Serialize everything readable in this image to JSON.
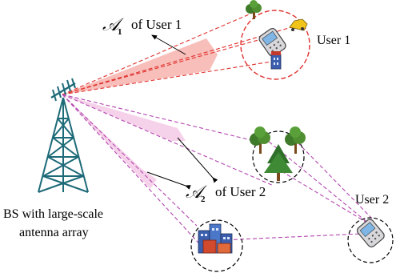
{
  "labels": {
    "a1_symbol": "𝒜",
    "a1_subscript": "1",
    "a1_text": "of User 1",
    "a2_symbol": "𝒜",
    "a2_subscript": "2",
    "a2_text": "of User 2",
    "user1": "User 1",
    "user2": "User 2",
    "bs_line1": "BS with large-scale",
    "bs_line2": "antenna array"
  },
  "colors": {
    "red_dash": "#e0322f",
    "red_beam": "#f6a7a2",
    "pink_dash": "#b346b0",
    "pink_beam": "#f4c9e6",
    "tower": "#1d6a78",
    "tree_green": "#3f7a2a"
  }
}
